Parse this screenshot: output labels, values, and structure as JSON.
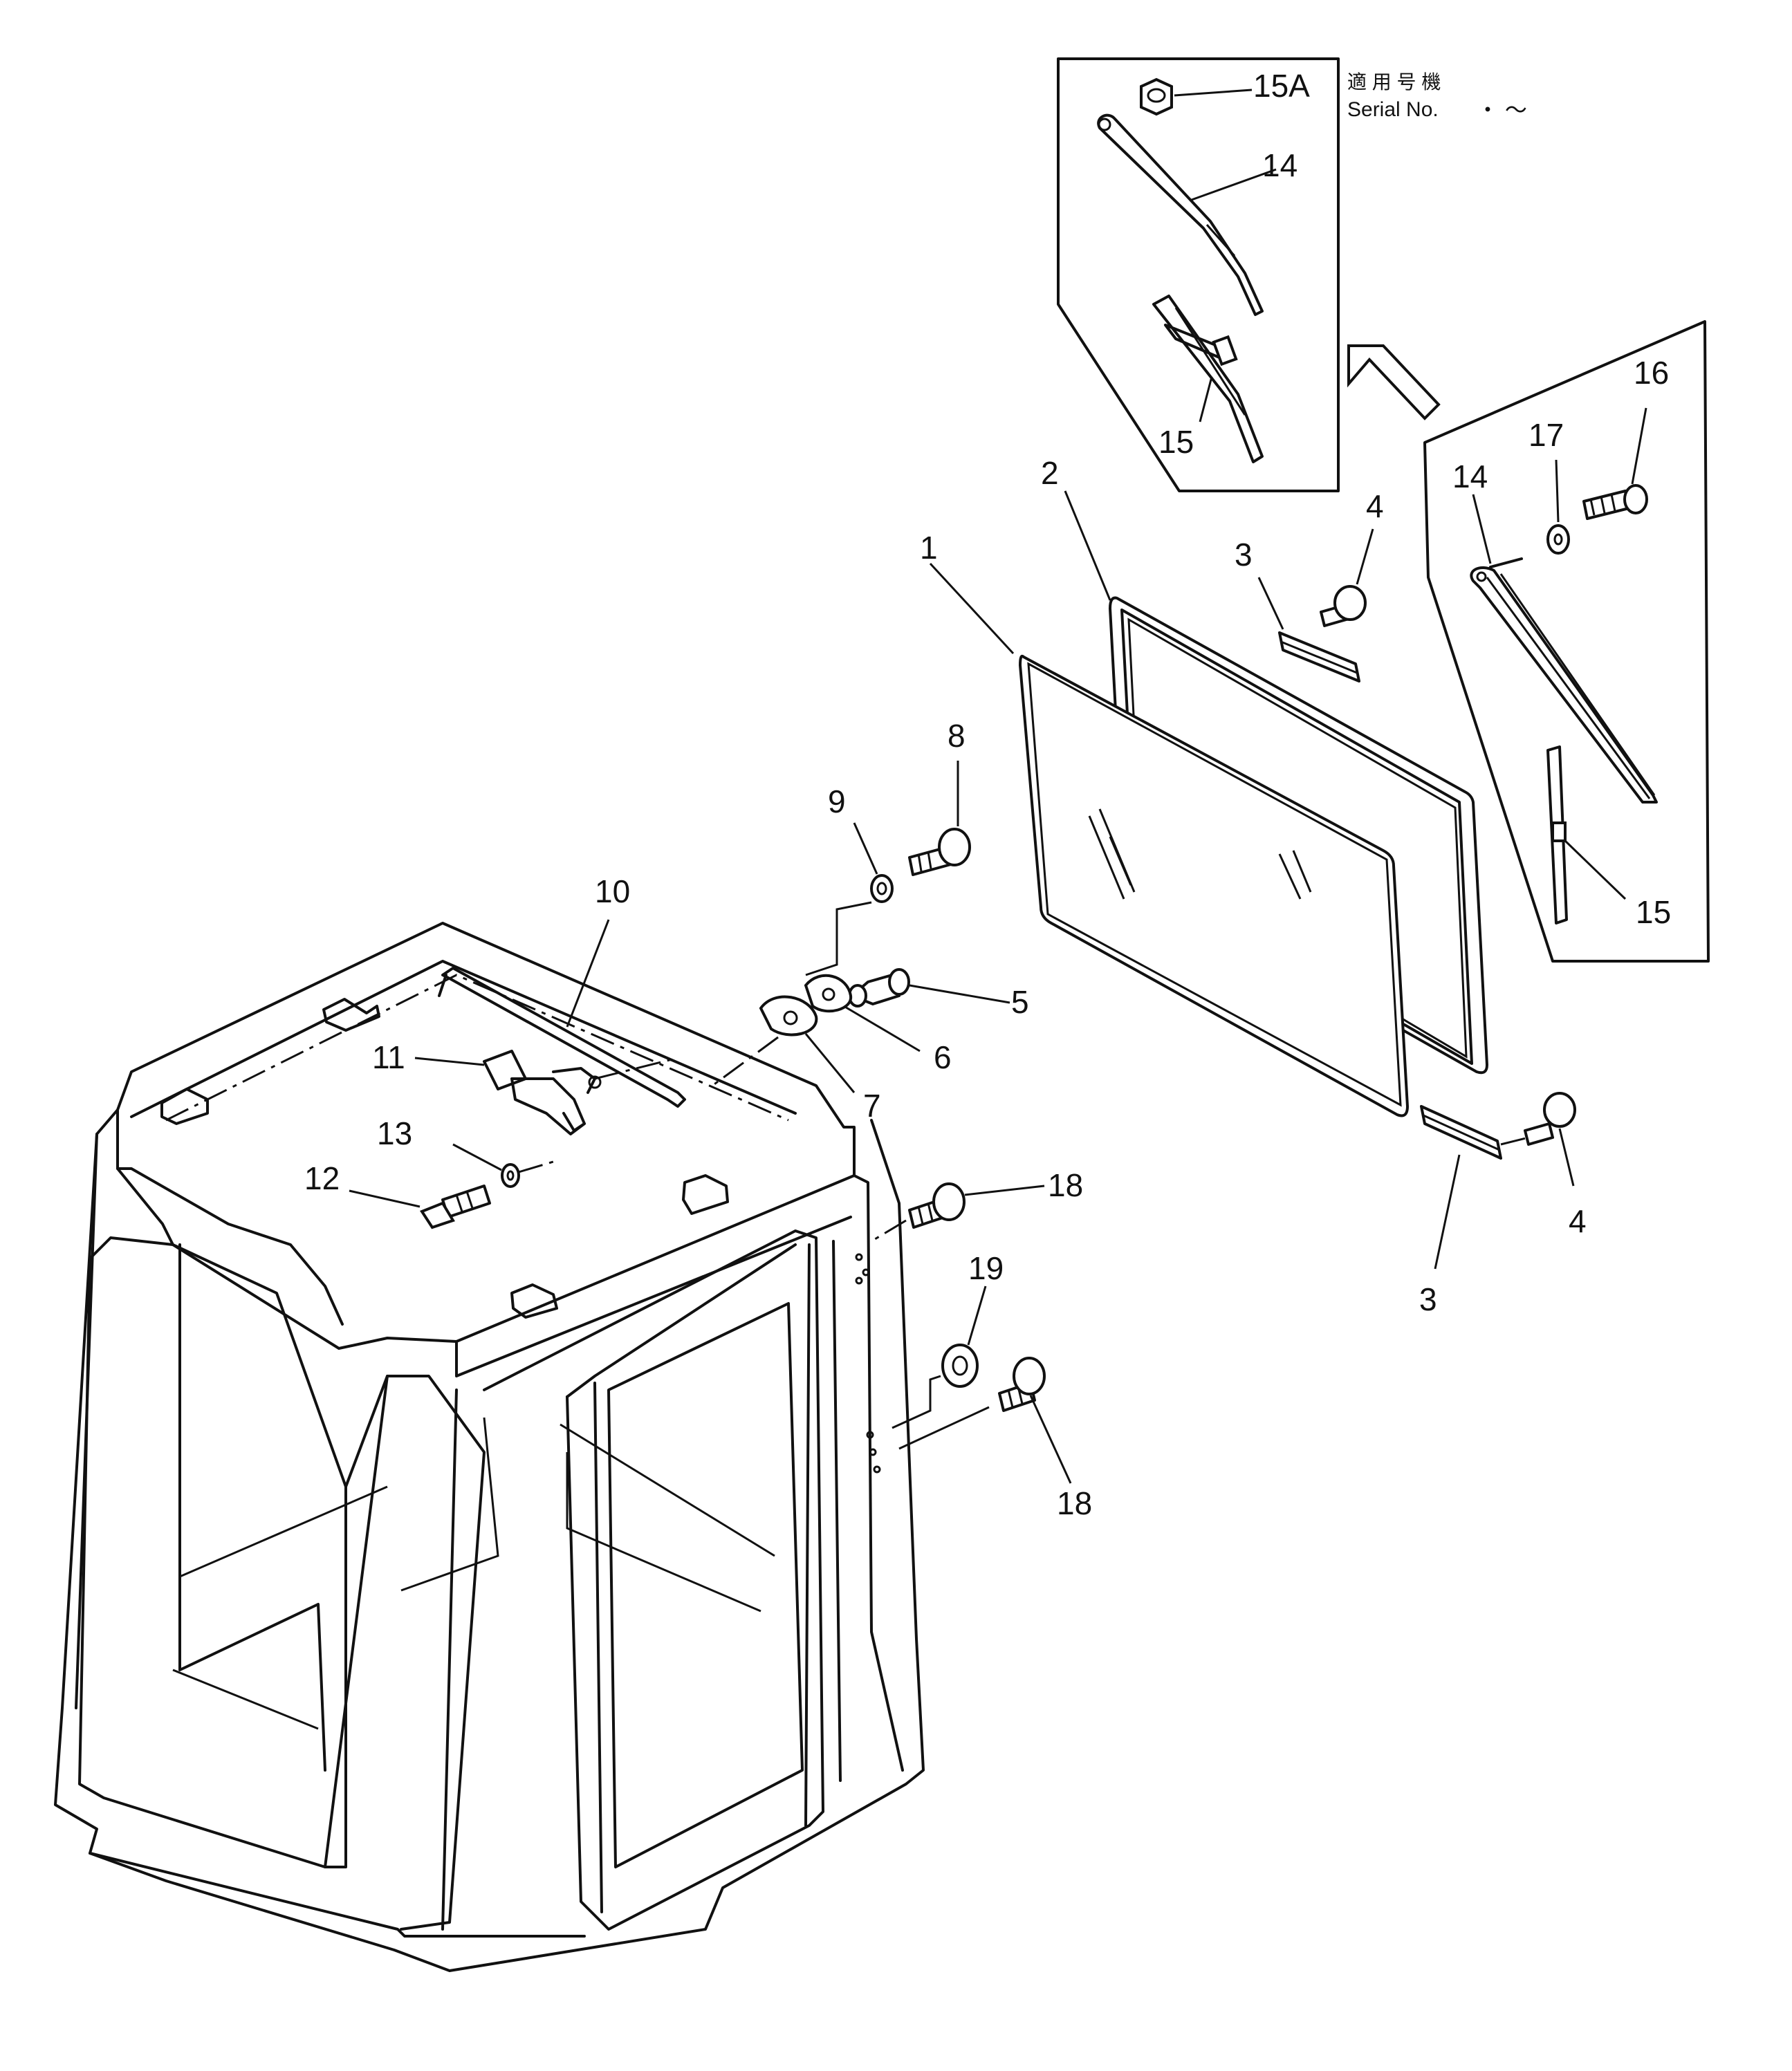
{
  "callouts": {
    "c1": "1",
    "c2": "2",
    "c3a": "3",
    "c3b": "3",
    "c4a": "4",
    "c4b": "4",
    "c5": "5",
    "c6": "6",
    "c7": "7",
    "c8": "8",
    "c9": "9",
    "c10": "10",
    "c11": "11",
    "c12": "12",
    "c13": "13",
    "c14a": "14",
    "c14b": "14",
    "c15a": "15",
    "c15b": "15",
    "c15A": "15A",
    "c16": "16",
    "c17": "17",
    "c18a": "18",
    "c18b": "18",
    "c19": "19"
  },
  "serial": {
    "jp": "適 用 号 機",
    "label": "Serial No.",
    "range": "・ ～"
  },
  "colors": {
    "ink": "#111111",
    "paper": "#ffffff"
  }
}
